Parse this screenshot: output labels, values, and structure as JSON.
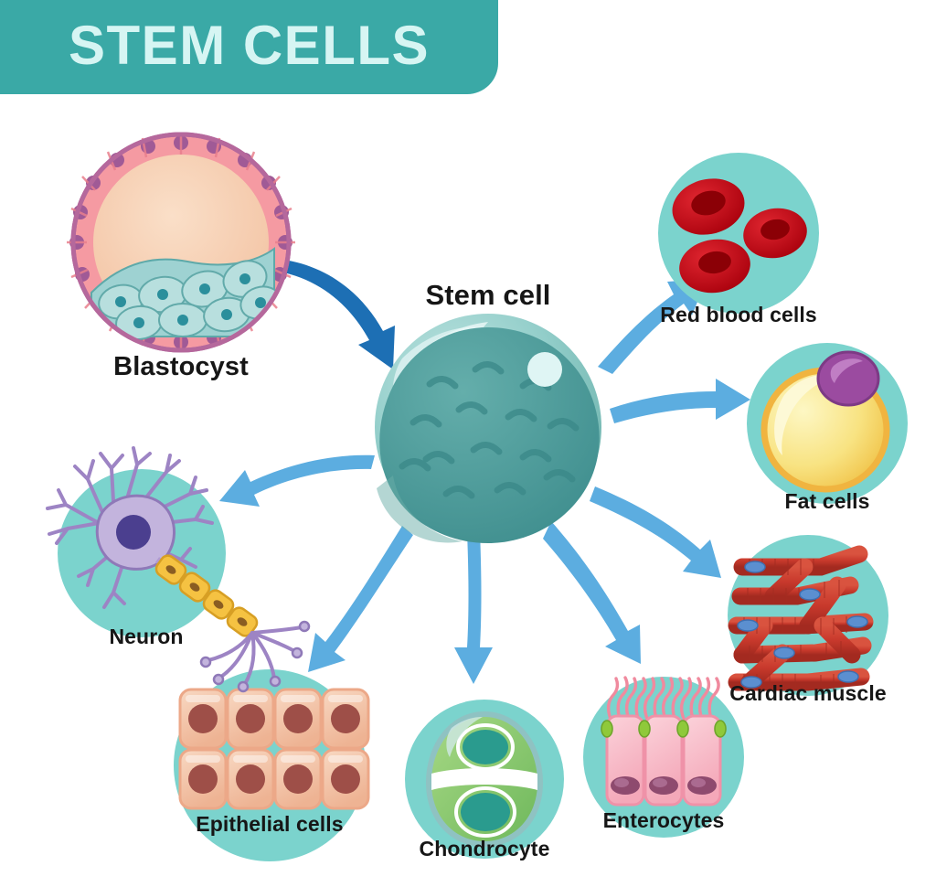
{
  "header": {
    "title": "STEM CELLS",
    "banner_color": "#3aa9a6",
    "title_color": "#d6f5f3"
  },
  "palette": {
    "background": "#ffffff",
    "teal_circle": "#7bd3cd",
    "label_text": "#161616",
    "arrow_light_blue": "#5cade0",
    "arrow_dark_blue": "#1d6fb4",
    "stem_cell_body": "#8fcdc9",
    "stem_cell_nucleus": "#4d9d9d",
    "blastocyst_ring": "#f59aa2",
    "blastocyst_ring_edge": "#b5689c",
    "blastocyst_inner": "#f7cdb0",
    "blastocyst_icm": "#9ed2d2",
    "rbc_red": "#c40d16",
    "fat_yellow": "#f7e07a",
    "fat_border": "#f0b440",
    "fat_nucleus": "#9b4ba0",
    "cardiac_red": "#c8392c",
    "cardiac_nucleus": "#5b8fd0",
    "neuron_purple": "#9d84c4",
    "neuron_nucleus": "#4b3f8f",
    "myelin_yellow": "#f5c242",
    "epithelial_fill": "#f3c4a8",
    "epithelial_nucleus": "#9e4f48",
    "chondrocyte_green": "#8cc96a",
    "chondrocyte_nucleus": "#2a9b8e",
    "enterocyte_pink": "#f8b8c4",
    "enterocyte_nucleus": "#8e4a6e",
    "enterocyte_junction": "#8fc93a"
  },
  "center": {
    "label": "Stem cell",
    "icon": "stem-cell-icon"
  },
  "source": {
    "label": "Blastocyst",
    "icon": "blastocyst-icon"
  },
  "derivatives": [
    {
      "id": "red-blood-cells",
      "label": "Red blood cells",
      "icon": "red-blood-cells-icon"
    },
    {
      "id": "fat-cells",
      "label": "Fat cells",
      "icon": "fat-cell-icon"
    },
    {
      "id": "cardiac-muscle",
      "label": "Cardiac muscle",
      "icon": "cardiac-muscle-icon"
    },
    {
      "id": "enterocytes",
      "label": "Enterocytes",
      "icon": "enterocytes-icon"
    },
    {
      "id": "chondrocyte",
      "label": "Chondrocyte",
      "icon": "chondrocyte-icon"
    },
    {
      "id": "epithelial-cells",
      "label": "Epithelial cells",
      "icon": "epithelial-cells-icon"
    },
    {
      "id": "neuron",
      "label": "Neuron",
      "icon": "neuron-icon"
    }
  ],
  "arrows": [
    {
      "id": "blastocyst-to-stem-cell",
      "style": "dark"
    },
    {
      "id": "stem-cell-to-red-blood-cells",
      "style": "light"
    },
    {
      "id": "stem-cell-to-fat-cells",
      "style": "light"
    },
    {
      "id": "stem-cell-to-cardiac-muscle",
      "style": "light"
    },
    {
      "id": "stem-cell-to-enterocytes",
      "style": "light"
    },
    {
      "id": "stem-cell-to-chondrocyte",
      "style": "light"
    },
    {
      "id": "stem-cell-to-epithelial-cells",
      "style": "light"
    },
    {
      "id": "stem-cell-to-neuron",
      "style": "light"
    }
  ]
}
